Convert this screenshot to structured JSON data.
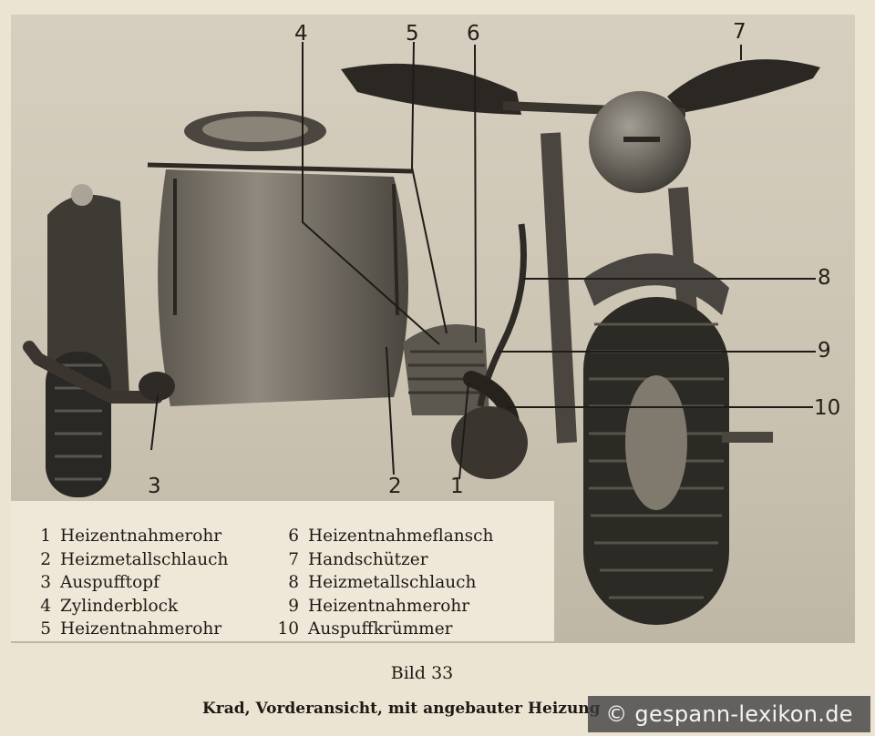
{
  "callouts": [
    {
      "num": "1"
    },
    {
      "num": "2"
    },
    {
      "num": "3"
    },
    {
      "num": "4"
    },
    {
      "num": "5"
    },
    {
      "num": "6"
    },
    {
      "num": "7"
    },
    {
      "num": "8"
    },
    {
      "num": "9"
    },
    {
      "num": "10"
    }
  ],
  "legend": {
    "left": [
      {
        "num": "1",
        "text": "Heizentnahmerohr"
      },
      {
        "num": "2",
        "text": "Heizmetallschlauch"
      },
      {
        "num": "3",
        "text": "Auspufftopf"
      },
      {
        "num": "4",
        "text": "Zylinderblock"
      },
      {
        "num": "5",
        "text": "Heizentnahmerohr"
      }
    ],
    "right": [
      {
        "num": "6",
        "text": "Heizentnahmeflansch"
      },
      {
        "num": "7",
        "text": "Handschützer"
      },
      {
        "num": "8",
        "text": "Heizmetallschlauch"
      },
      {
        "num": "9",
        "text": "Heizentnahmerohr"
      },
      {
        "num": "10",
        "text": "Auspuffkrümmer"
      }
    ]
  },
  "caption": {
    "number": "Bild 33",
    "title": "Krad, Vorderansicht, mit angebauter Heizung"
  },
  "watermark": "© gespann-lexikon.de",
  "colors": {
    "paper": "#ece4d3",
    "photo_bg": "#cdc5b4",
    "ink": "#1d1a16"
  }
}
